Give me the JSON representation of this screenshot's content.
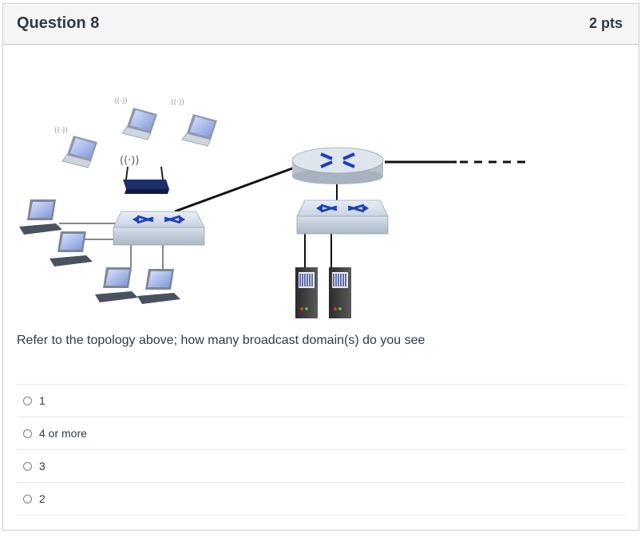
{
  "question": {
    "title": "Question 8",
    "points": "2 pts",
    "prompt": "Refer to the topology above; how many broadcast domain(s) do you see"
  },
  "answers": [
    {
      "label": "1",
      "selected": false
    },
    {
      "label": "4 or more",
      "selected": false
    },
    {
      "label": "3",
      "selected": false
    },
    {
      "label": "2",
      "selected": false
    }
  ],
  "figure": {
    "icons": [
      "laptop-icon",
      "wireless-router-icon",
      "desktop-computer-icon",
      "switch-icon",
      "router-icon",
      "server-icon"
    ]
  }
}
